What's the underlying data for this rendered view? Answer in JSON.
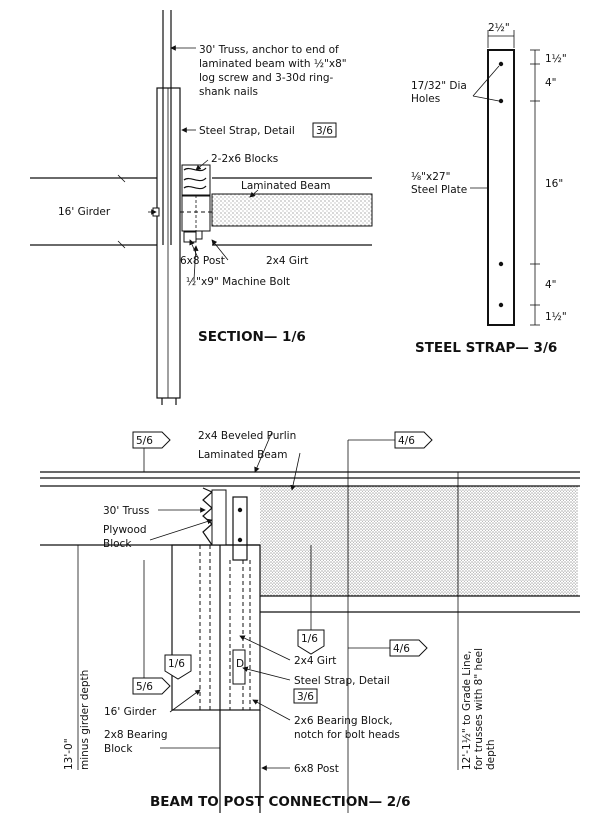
{
  "section": {
    "title": "SECTION— 1/6",
    "notes": {
      "truss_1": "30' Truss, anchor to end of",
      "truss_2": "laminated beam with ½\"x8\"",
      "truss_3": "log screw and 3-30d ring-",
      "truss_4": "shank nails",
      "strap": "Steel Strap, Detail",
      "strap_ref": "3/6",
      "blocks": "2-2x6 Blocks",
      "lam_beam": "Laminated Beam",
      "girder": "16' Girder",
      "post": "6x8 Post",
      "girt": "2x4 Girt",
      "bolt": "½\"x9\" Machine Bolt"
    }
  },
  "strap": {
    "title": "STEEL STRAP— 3/6",
    "width": "2½\"",
    "holes_1": "17/32\" Dia",
    "holes_2": "Holes",
    "plate_1": "⅛\"x27\"",
    "plate_2": "Steel Plate",
    "d1": "1½\"",
    "d2": "4\"",
    "d3": "16\"",
    "d4": "4\"",
    "d5": "1½\""
  },
  "connection": {
    "title": "BEAM TO POST CONNECTION— 2/6",
    "refs": {
      "r5_6_top": "5/6",
      "r4_6_top": "4/6",
      "r1_6_a": "1/6",
      "r4_6_mid": "4/6",
      "r1_6_b": "1/6",
      "r5_6_b": "5/6"
    },
    "notes": {
      "purlin": "2x4 Beveled Purlin",
      "lam_beam": "Laminated Beam",
      "truss": "30' Truss",
      "plywood_1": "Plywood",
      "plywood_2": "Block",
      "girt": "2x4 Girt",
      "strap": "Steel Strap, Detail",
      "strap_ref": "3/6",
      "girder": "16' Girder",
      "bearing_1": "2x8 Bearing",
      "bearing_2": "Block",
      "bearing2x6_1": "2x6 Bearing Block,",
      "bearing2x6_2": "notch for bolt heads",
      "post": "6x8 Post",
      "height_1": "13'-0\"",
      "height_2": "minus girder depth",
      "grade_1": "12'-1½\" to Grade Line,",
      "grade_2": "for trusses with 8\" heel",
      "grade_3": "depth",
      "strap_mark": "D"
    }
  }
}
